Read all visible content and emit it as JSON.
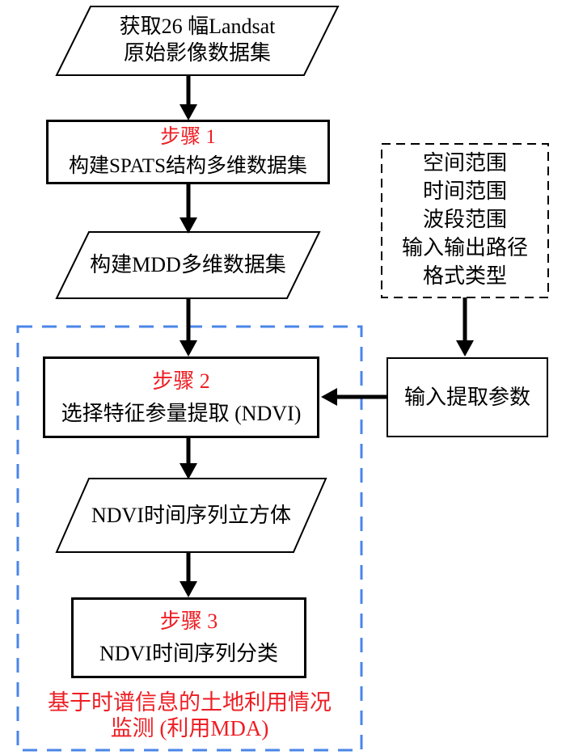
{
  "diagram": {
    "nodes": {
      "source": {
        "line1": "获取26 幅Landsat",
        "line2": "原始影像数据集"
      },
      "step1": {
        "label": "步骤 1",
        "text": "构建SPATS结构多维数据集"
      },
      "mdd": {
        "text": "构建MDD多维数据集"
      },
      "params": {
        "lines": [
          "空间范围",
          "时间范围",
          "波段范围",
          "输入输出路径",
          "格式类型"
        ]
      },
      "input_params": {
        "text": "输入提取参数"
      },
      "step2": {
        "label": "步骤 2",
        "text": "选择特征参量提取 (NDVI)"
      },
      "ndvi_cube": {
        "text": "NDVI时间序列立方体"
      },
      "step3": {
        "label": "步骤 3",
        "text": "NDVI时间序列分类"
      },
      "caption": {
        "line1": "基于时谱信息的土地利用情况",
        "line2": "监测 (利用MDA)"
      }
    },
    "colors": {
      "step_label": "#ee1d23",
      "caption_text": "#ee1d23",
      "container_dash": "#4a86e8",
      "line": "#000000"
    }
  }
}
